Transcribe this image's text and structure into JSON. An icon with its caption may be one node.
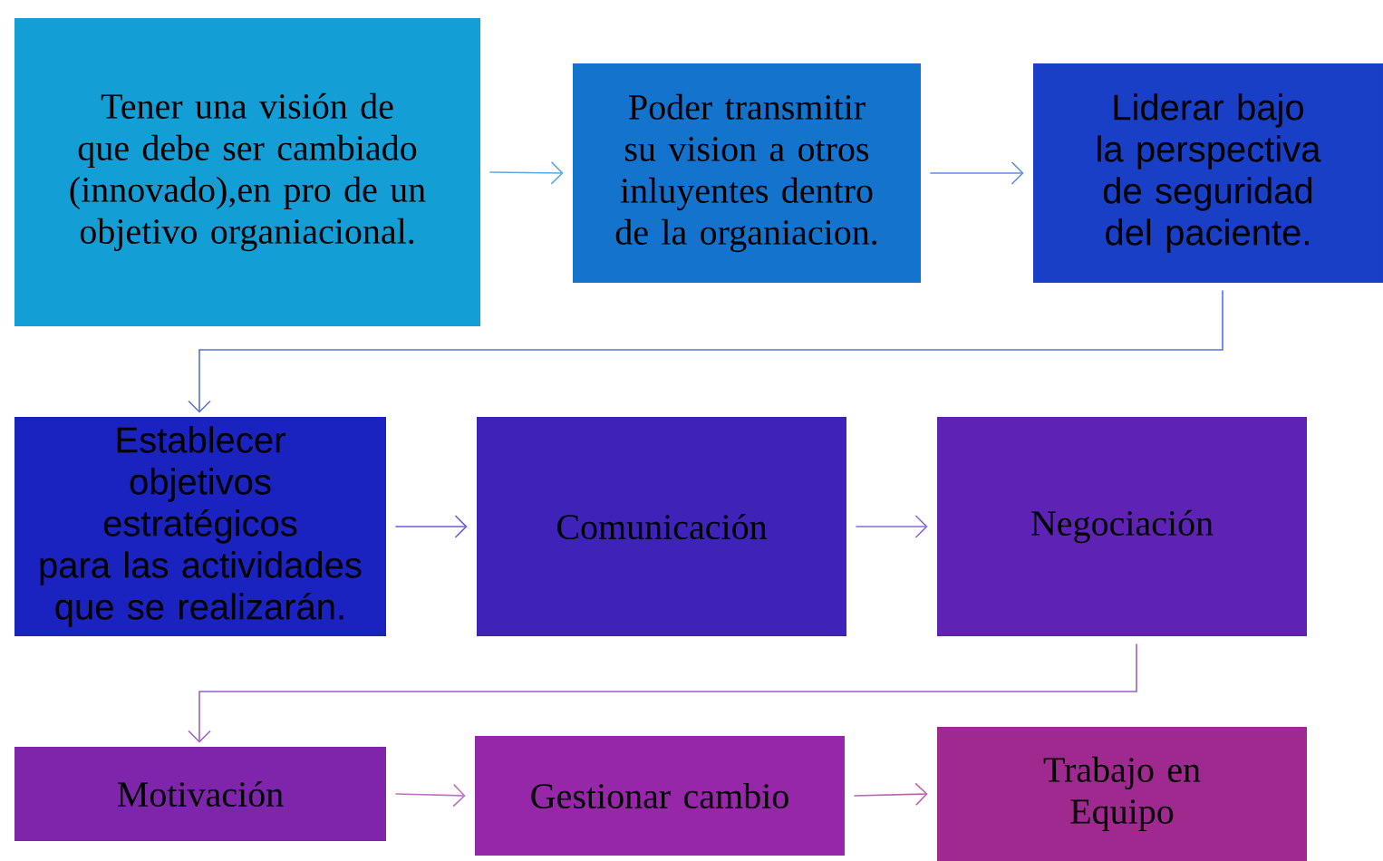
{
  "diagram": {
    "nodes": [
      {
        "text": [
          "Tener una visión de que debe ser cambiado (innovado),en pro de un objetivo organiacional."
        ]
      },
      {
        "text": [
          "Poder transmitir su vision a otros inluyentes dentro de la organiacion."
        ]
      },
      {
        "text": [
          "Liderar bajo la perspectiva de seguridad del paciente."
        ]
      },
      {
        "text": [
          "Establecer objetivos estratégicos para las actividades que se realizarán."
        ]
      },
      {
        "text": [
          "Comunicación"
        ]
      },
      {
        "text": [
          "Negociación"
        ]
      },
      {
        "text": [
          "Motivación"
        ]
      },
      {
        "text": [
          "Gestionar cambio"
        ]
      },
      {
        "text": [
          "Trabajo en Equipo"
        ]
      }
    ],
    "edges": [
      {
        "from": 0,
        "to": 1,
        "arrow": "to",
        "color": "#5aa8e0"
      },
      {
        "from": 1,
        "to": 2,
        "arrow": "to",
        "color": "#5a8fe0"
      },
      {
        "from": 2,
        "to": 3,
        "arrow": "to",
        "color": "#5b6fd8"
      },
      {
        "from": 3,
        "to": 4,
        "arrow": "to",
        "color": "#6a5bd8"
      },
      {
        "from": 4,
        "to": 5,
        "arrow": "to",
        "color": "#8a6ad0"
      },
      {
        "from": 5,
        "to": 6,
        "arrow": "to",
        "color": "#9a5fc8"
      },
      {
        "from": 6,
        "to": 7,
        "arrow": "to",
        "color": "#c070c0"
      },
      {
        "from": 7,
        "to": 8,
        "arrow": "to",
        "color": "#c060b0"
      }
    ]
  }
}
